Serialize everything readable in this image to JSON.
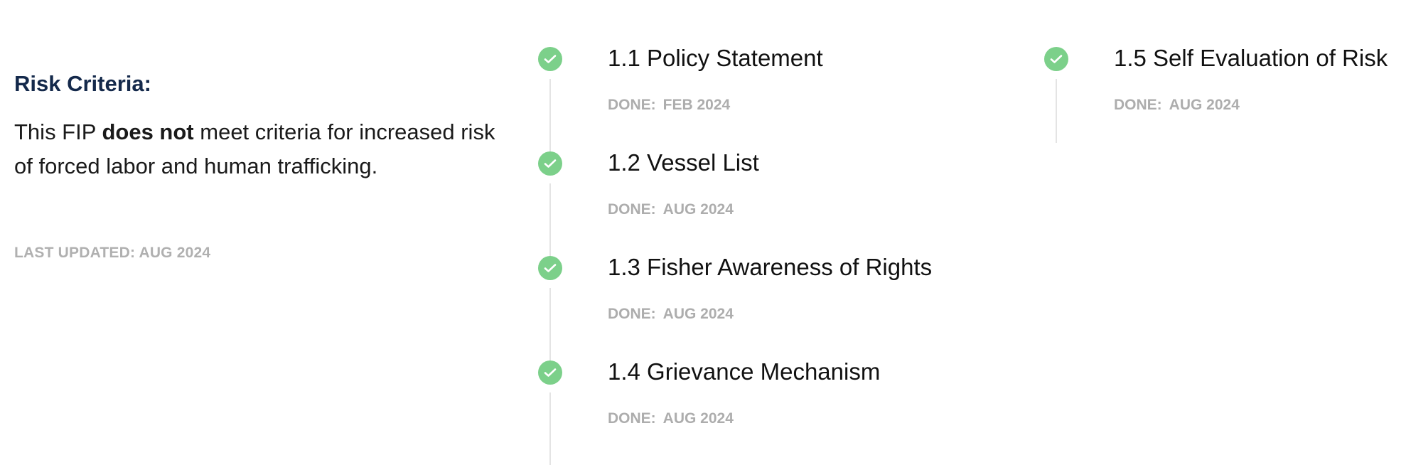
{
  "risk": {
    "heading": "Risk Criteria:",
    "text_before": "This FIP ",
    "text_bold": "does not",
    "text_after": " meet criteria for increased risk of forced labor and human trafficking.",
    "last_updated": "LAST UPDATED: AUG 2024"
  },
  "timeline_left": [
    {
      "title": "1.1 Policy Statement",
      "status": "DONE:",
      "date": "FEB 2024"
    },
    {
      "title": "1.2 Vessel List",
      "status": "DONE:",
      "date": "AUG 2024"
    },
    {
      "title": "1.3 Fisher Awareness of Rights",
      "status": "DONE:",
      "date": "AUG 2024"
    },
    {
      "title": "1.4 Grievance Mechanism",
      "status": "DONE:",
      "date": "AUG 2024"
    }
  ],
  "timeline_right": [
    {
      "title": "1.5 Self Evaluation of Risk",
      "status": "DONE:",
      "date": "AUG 2024"
    }
  ],
  "colors": {
    "check": "#7cd08a",
    "heading": "#14294b",
    "muted": "#adadad"
  },
  "icons": {
    "step": "check-circle-icon"
  }
}
